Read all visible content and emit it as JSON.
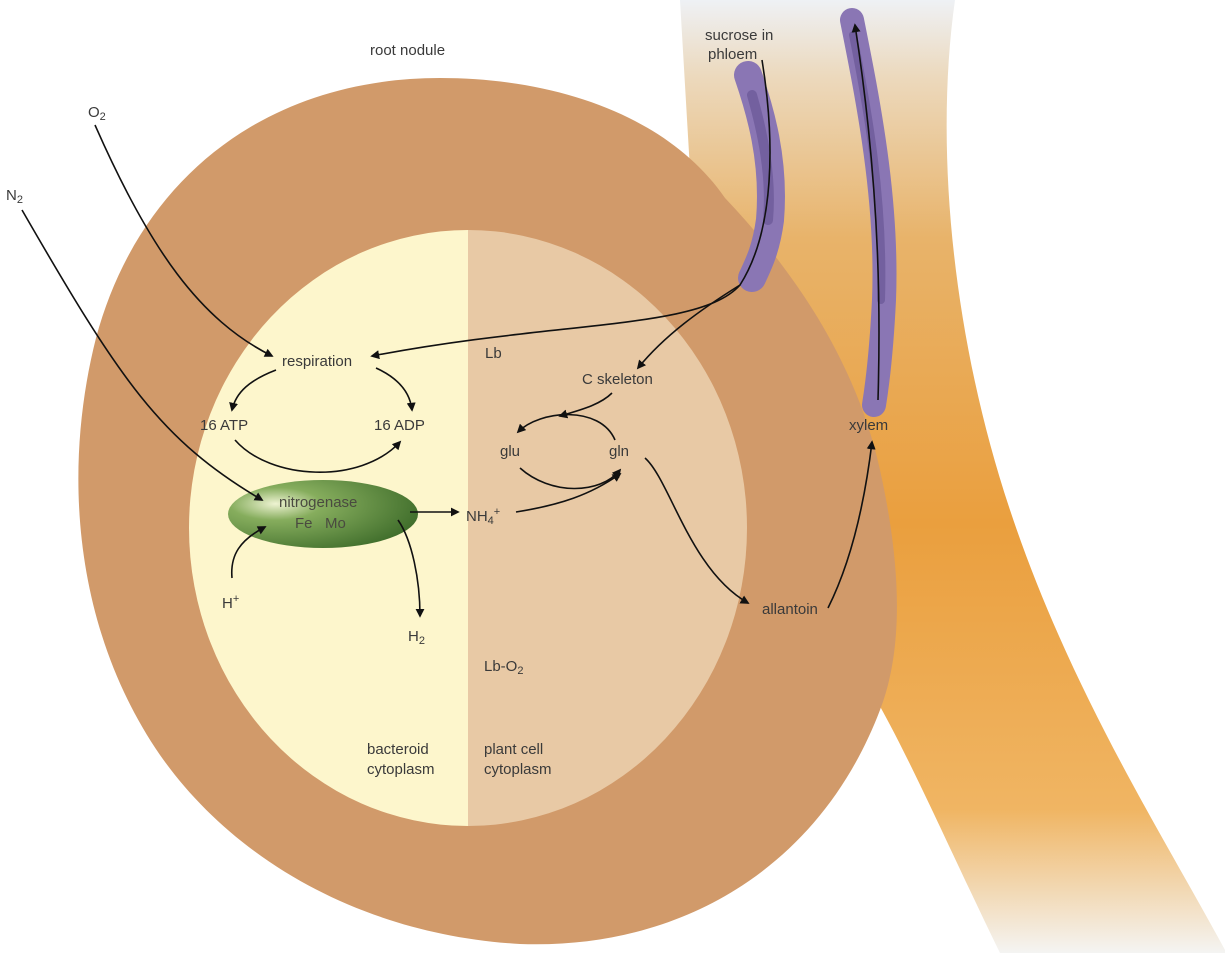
{
  "labels": {
    "root_nodule": "root nodule",
    "sucrose_line1": "sucrose in",
    "sucrose_line2": "phloem",
    "o2_base": "O",
    "o2_sub": "2",
    "n2_base": "N",
    "n2_sub": "2",
    "respiration": "respiration",
    "atp": "16 ATP",
    "adp": "16 ADP",
    "lb": "Lb",
    "c_skeleton": "C skeleton",
    "glu": "glu",
    "gln": "gln",
    "xylem": "xylem",
    "nitrogenase": "nitrogenase",
    "fe_mo": "Fe   Mo",
    "nh4_base": "NH",
    "nh4_sub": "4",
    "nh4_sup": "+",
    "h_base": "H",
    "h_sup": "+",
    "h2_base": "H",
    "h2_sub": "2",
    "allantoin": "allantoin",
    "lbo2_base": "Lb-O",
    "lbo2_sub": "2",
    "bacteroid_line1": "bacteroid",
    "bacteroid_line2": "cytoplasm",
    "plant_line1": "plant cell",
    "plant_line2": "cytoplasm"
  },
  "colors": {
    "nodule_outer": "#d19a6a",
    "bacteroid_cytoplasm": "#fdf6cc",
    "plant_cytoplasm": "#e8c9a5",
    "stem": "#e9a045",
    "phloem_xylem_vessel": "#8a76b4",
    "nitrogenase_enzyme": "#4d8035",
    "arrow": "#111111"
  }
}
